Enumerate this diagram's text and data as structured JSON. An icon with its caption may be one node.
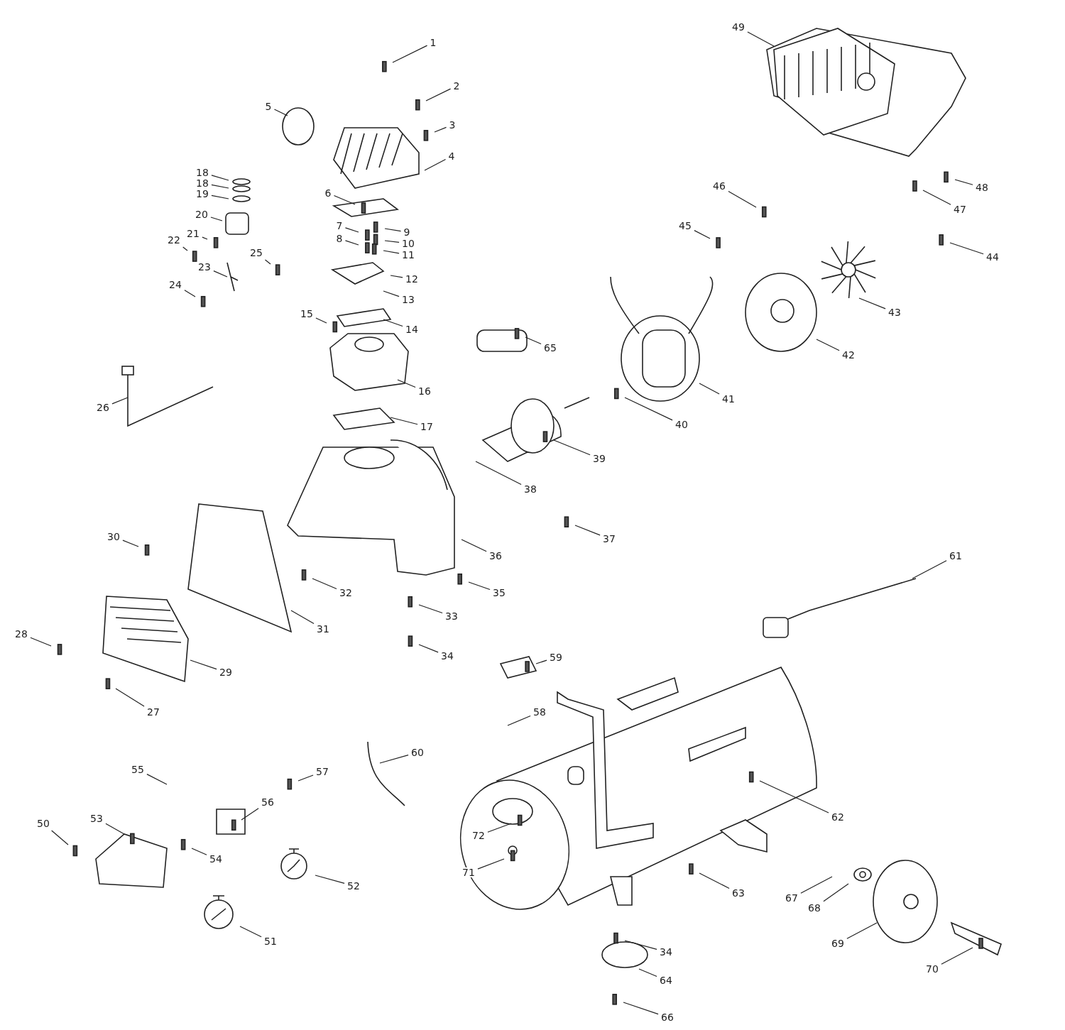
{
  "diagram": {
    "nodes": [
      {
        "text": [
          "1"
        ]
      },
      {
        "text": [
          "2"
        ]
      },
      {
        "text": [
          "3"
        ]
      },
      {
        "text": [
          "4"
        ]
      },
      {
        "text": [
          "5"
        ]
      },
      {
        "text": [
          "6"
        ]
      },
      {
        "text": [
          "7"
        ]
      },
      {
        "text": [
          "8"
        ]
      },
      {
        "text": [
          "9"
        ]
      },
      {
        "text": [
          "10"
        ]
      },
      {
        "text": [
          "11"
        ]
      },
      {
        "text": [
          "12"
        ]
      },
      {
        "text": [
          "13"
        ]
      },
      {
        "text": [
          "14"
        ]
      },
      {
        "text": [
          "15"
        ]
      },
      {
        "text": [
          "16"
        ]
      },
      {
        "text": [
          "17"
        ]
      },
      {
        "text": [
          "18"
        ]
      },
      {
        "text": [
          "18"
        ]
      },
      {
        "text": [
          "19"
        ]
      },
      {
        "text": [
          "20"
        ]
      },
      {
        "text": [
          "21"
        ]
      },
      {
        "text": [
          "22"
        ]
      },
      {
        "text": [
          "23"
        ]
      },
      {
        "text": [
          "24"
        ]
      },
      {
        "text": [
          "25"
        ]
      },
      {
        "text": [
          "26"
        ]
      },
      {
        "text": [
          "27"
        ]
      },
      {
        "text": [
          "28"
        ]
      },
      {
        "text": [
          "29"
        ]
      },
      {
        "text": [
          "30"
        ]
      },
      {
        "text": [
          "31"
        ]
      },
      {
        "text": [
          "32"
        ]
      },
      {
        "text": [
          "33"
        ]
      },
      {
        "text": [
          "34"
        ]
      },
      {
        "text": [
          "35"
        ]
      },
      {
        "text": [
          "36"
        ]
      },
      {
        "text": [
          "37"
        ]
      },
      {
        "text": [
          "38"
        ]
      },
      {
        "text": [
          "39"
        ]
      },
      {
        "text": [
          "40"
        ]
      },
      {
        "text": [
          "41"
        ]
      },
      {
        "text": [
          "42"
        ]
      },
      {
        "text": [
          "43"
        ]
      },
      {
        "text": [
          "44"
        ]
      },
      {
        "text": [
          "45"
        ]
      },
      {
        "text": [
          "46"
        ]
      },
      {
        "text": [
          "47"
        ]
      },
      {
        "text": [
          "48"
        ]
      },
      {
        "text": [
          "49"
        ]
      },
      {
        "text": [
          "50"
        ]
      },
      {
        "text": [
          "51"
        ]
      },
      {
        "text": [
          "52"
        ]
      },
      {
        "text": [
          "53"
        ]
      },
      {
        "text": [
          "54"
        ]
      },
      {
        "text": [
          "55"
        ]
      },
      {
        "text": [
          "56"
        ]
      },
      {
        "text": [
          "57"
        ]
      },
      {
        "text": [
          "58"
        ]
      },
      {
        "text": [
          "59"
        ]
      },
      {
        "text": [
          "60"
        ]
      },
      {
        "text": [
          "61"
        ]
      },
      {
        "text": [
          "62"
        ]
      },
      {
        "text": [
          "63"
        ]
      },
      {
        "text": [
          "64"
        ]
      },
      {
        "text": [
          "65"
        ]
      },
      {
        "text": [
          "66"
        ]
      },
      {
        "text": [
          "67"
        ]
      },
      {
        "text": [
          "68"
        ]
      },
      {
        "text": [
          "69"
        ]
      },
      {
        "text": [
          "70"
        ]
      },
      {
        "text": [
          "71"
        ]
      },
      {
        "text": [
          "72"
        ]
      },
      {
        "text": [
          "34"
        ]
      }
    ],
    "edges": [
      {
        "from": 0,
        "to": null,
        "arrow": "none"
      },
      {
        "from": 1,
        "to": null,
        "arrow": "none"
      },
      {
        "from": 2,
        "to": null,
        "arrow": "none"
      },
      {
        "from": 3,
        "to": null,
        "arrow": "none"
      },
      {
        "from": 4,
        "to": null,
        "arrow": "none"
      },
      {
        "from": 5,
        "to": null,
        "arrow": "none"
      },
      {
        "from": 6,
        "to": null,
        "arrow": "none"
      },
      {
        "from": 7,
        "to": null,
        "arrow": "none"
      },
      {
        "from": 8,
        "to": null,
        "arrow": "none"
      },
      {
        "from": 9,
        "to": null,
        "arrow": "none"
      },
      {
        "from": 10,
        "to": null,
        "arrow": "none"
      },
      {
        "from": 11,
        "to": null,
        "arrow": "none"
      },
      {
        "from": 12,
        "to": null,
        "arrow": "none"
      },
      {
        "from": 13,
        "to": null,
        "arrow": "none"
      },
      {
        "from": 14,
        "to": null,
        "arrow": "none"
      },
      {
        "from": 15,
        "to": null,
        "arrow": "none"
      },
      {
        "from": 16,
        "to": null,
        "arrow": "none"
      },
      {
        "from": 17,
        "to": null,
        "arrow": "none"
      },
      {
        "from": 18,
        "to": null,
        "arrow": "none"
      },
      {
        "from": 19,
        "to": null,
        "arrow": "none"
      },
      {
        "from": 20,
        "to": null,
        "arrow": "none"
      },
      {
        "from": 21,
        "to": null,
        "arrow": "none"
      },
      {
        "from": 22,
        "to": null,
        "arrow": "none"
      },
      {
        "from": 23,
        "to": null,
        "arrow": "none"
      },
      {
        "from": 24,
        "to": null,
        "arrow": "none"
      },
      {
        "from": 25,
        "to": null,
        "arrow": "none"
      },
      {
        "from": 26,
        "to": null,
        "arrow": "none"
      },
      {
        "from": 27,
        "to": null,
        "arrow": "none"
      },
      {
        "from": 28,
        "to": null,
        "arrow": "none"
      },
      {
        "from": 29,
        "to": null,
        "arrow": "none"
      },
      {
        "from": 30,
        "to": null,
        "arrow": "none"
      },
      {
        "from": 31,
        "to": null,
        "arrow": "none"
      },
      {
        "from": 32,
        "to": null,
        "arrow": "none"
      },
      {
        "from": 33,
        "to": null,
        "arrow": "none"
      },
      {
        "from": 34,
        "to": null,
        "arrow": "none"
      },
      {
        "from": 35,
        "to": null,
        "arrow": "none"
      },
      {
        "from": 36,
        "to": null,
        "arrow": "none"
      },
      {
        "from": 37,
        "to": null,
        "arrow": "none"
      },
      {
        "from": 38,
        "to": null,
        "arrow": "none"
      },
      {
        "from": 39,
        "to": null,
        "arrow": "none"
      },
      {
        "from": 40,
        "to": null,
        "arrow": "none"
      },
      {
        "from": 41,
        "to": null,
        "arrow": "none"
      },
      {
        "from": 42,
        "to": null,
        "arrow": "none"
      },
      {
        "from": 43,
        "to": null,
        "arrow": "none"
      },
      {
        "from": 44,
        "to": null,
        "arrow": "none"
      },
      {
        "from": 45,
        "to": null,
        "arrow": "none"
      },
      {
        "from": 46,
        "to": null,
        "arrow": "none"
      },
      {
        "from": 47,
        "to": null,
        "arrow": "none"
      },
      {
        "from": 48,
        "to": null,
        "arrow": "none"
      },
      {
        "from": 49,
        "to": null,
        "arrow": "none"
      },
      {
        "from": 50,
        "to": null,
        "arrow": "none"
      },
      {
        "from": 51,
        "to": null,
        "arrow": "none"
      },
      {
        "from": 52,
        "to": null,
        "arrow": "none"
      },
      {
        "from": 53,
        "to": null,
        "arrow": "none"
      },
      {
        "from": 54,
        "to": null,
        "arrow": "none"
      },
      {
        "from": 55,
        "to": null,
        "arrow": "none"
      },
      {
        "from": 56,
        "to": null,
        "arrow": "none"
      },
      {
        "from": 57,
        "to": null,
        "arrow": "none"
      },
      {
        "from": 58,
        "to": null,
        "arrow": "none"
      },
      {
        "from": 59,
        "to": null,
        "arrow": "none"
      },
      {
        "from": 60,
        "to": null,
        "arrow": "none"
      },
      {
        "from": 61,
        "to": null,
        "arrow": "none"
      },
      {
        "from": 62,
        "to": null,
        "arrow": "none"
      },
      {
        "from": 63,
        "to": null,
        "arrow": "none"
      },
      {
        "from": 64,
        "to": null,
        "arrow": "none"
      },
      {
        "from": 65,
        "to": null,
        "arrow": "none"
      },
      {
        "from": 66,
        "to": null,
        "arrow": "none"
      },
      {
        "from": 67,
        "to": null,
        "arrow": "none"
      },
      {
        "from": 68,
        "to": null,
        "arrow": "none"
      },
      {
        "from": 69,
        "to": null,
        "arrow": "none"
      },
      {
        "from": 70,
        "to": null,
        "arrow": "none"
      },
      {
        "from": 71,
        "to": null,
        "arrow": "none"
      },
      {
        "from": 72,
        "to": null,
        "arrow": "none"
      },
      {
        "from": 73,
        "to": null,
        "arrow": "none"
      }
    ]
  }
}
